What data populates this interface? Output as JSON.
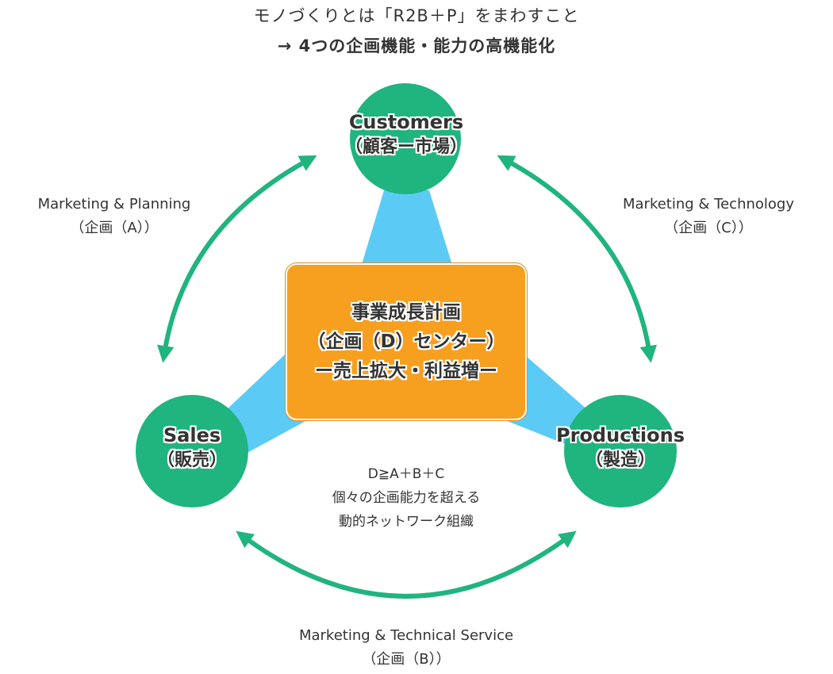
{
  "title": {
    "line1": "モノづくりとは「R2B＋P」をまわすこと",
    "line2": "→ 4つの企画機能・能力の高機能化"
  },
  "nodes": {
    "customers": {
      "en": "Customers",
      "ja": "（顧客ー市場）"
    },
    "sales": {
      "en": "Sales",
      "ja": "（販売）"
    },
    "productions": {
      "en": "Productions",
      "ja": "（製造）"
    }
  },
  "center": {
    "line1": "事業成長計画",
    "line2": "（企画（D）センター）",
    "line3": "ー売上拡大・利益増ー"
  },
  "relations": {
    "a": {
      "name": "Marketing & Planning",
      "sub": "（企画（A））"
    },
    "c": {
      "name": "Marketing & Technology",
      "sub": "（企画（C））"
    },
    "b": {
      "name": "Marketing & Technical Service",
      "sub": "（企画（B））"
    }
  },
  "note": {
    "line1": "D≧A＋B＋C",
    "line2": "個々の企画能力を超える",
    "line3": "動的ネットワーク組織"
  },
  "colors": {
    "node_green": "#20b47f",
    "arrow_green": "#20b47f",
    "triangle_blue": "#5bcbf5",
    "center_orange": "#f7a01f",
    "text": "#333333"
  }
}
